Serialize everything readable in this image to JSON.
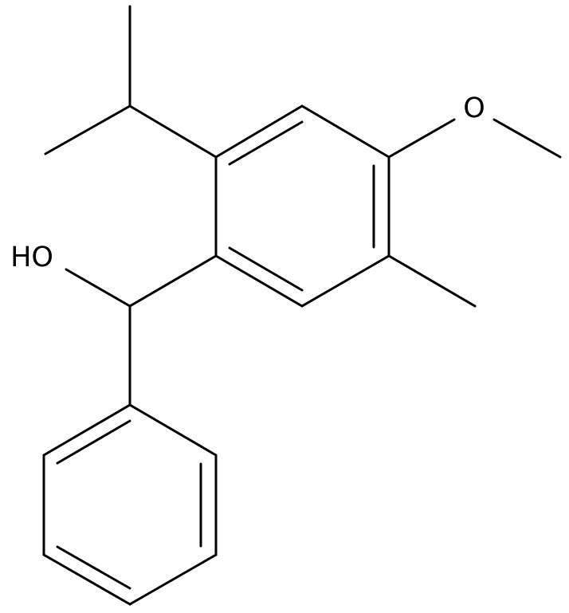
{
  "diagram": {
    "type": "skeletal-structure",
    "atom_labels": {
      "hydroxyl": "HO",
      "methoxy_oxygen": "O"
    },
    "colors": {
      "bond": "#000000",
      "label": "#000000",
      "background": "#ffffff"
    }
  }
}
